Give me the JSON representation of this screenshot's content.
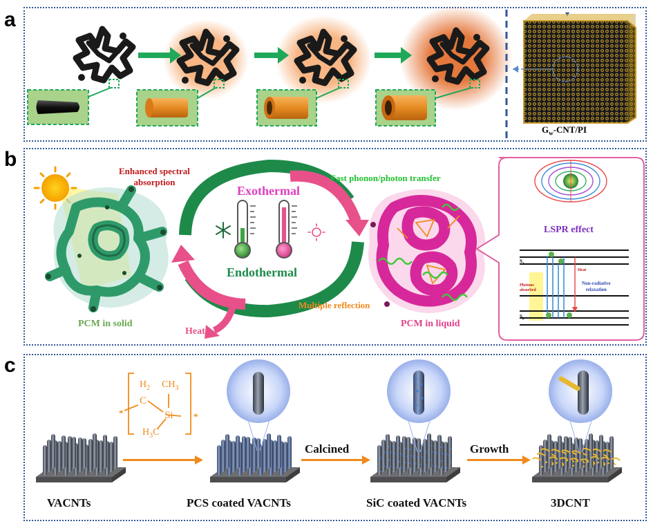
{
  "panels": {
    "a": {
      "letter": "a",
      "composite_label": "G",
      "composite_sub": "w",
      "composite_suffix": "-CNT/PI"
    },
    "b": {
      "letter": "b",
      "enhanced_absorption_line1": "Enhanced  spectral",
      "enhanced_absorption_line2": "absorption",
      "fast_transfer": "Fast phonon/photon transfer",
      "exothermal": "Exothermal",
      "endothermal": "Endothermal",
      "multiple_reflection": "Multiple reflection",
      "heat": "Heat",
      "pcm_solid": "PCM in solid",
      "pcm_liquid": "PCM in liquid",
      "lspr": "LSPR effect",
      "energy_s1": "S",
      "energy_s1_sub": "1",
      "energy_s0": "S",
      "energy_s0_sub": "0",
      "energy_heat": "Heat",
      "photons_absorbed_line1": "Photons",
      "photons_absorbed_line2": "absorbed",
      "nonradiative_line1": "Non-radiative",
      "nonradiative_line2": "relaxation"
    },
    "c": {
      "letter": "c",
      "polymer_h2": "H",
      "polymer_h2_sub": "2",
      "polymer_c": "C",
      "polymer_ch3": "CH",
      "polymer_ch3_sub": "3",
      "polymer_si": "Si",
      "polymer_h3c": "H",
      "polymer_h3c_sub": "3",
      "polymer_h3c_c": "C",
      "star": "*",
      "calcined": "Calcined",
      "growth": "Growth",
      "vacnts": "VACNTs",
      "pcs_coated": "PCS coated VACNTs",
      "sic_coated": "SiC coated VACNTs",
      "dcnt": "3DCNT"
    }
  },
  "colors": {
    "border": "#2f5597",
    "green_arrow": "#1fa85a",
    "pink": "#e8508a",
    "dark_green": "#1e8a4a",
    "orange": "#f08a1c",
    "magenta_text": "#e040c0",
    "red_text": "#c0181c",
    "purple_text": "#7a2fbf",
    "light_green_text": "#6aa84f"
  }
}
